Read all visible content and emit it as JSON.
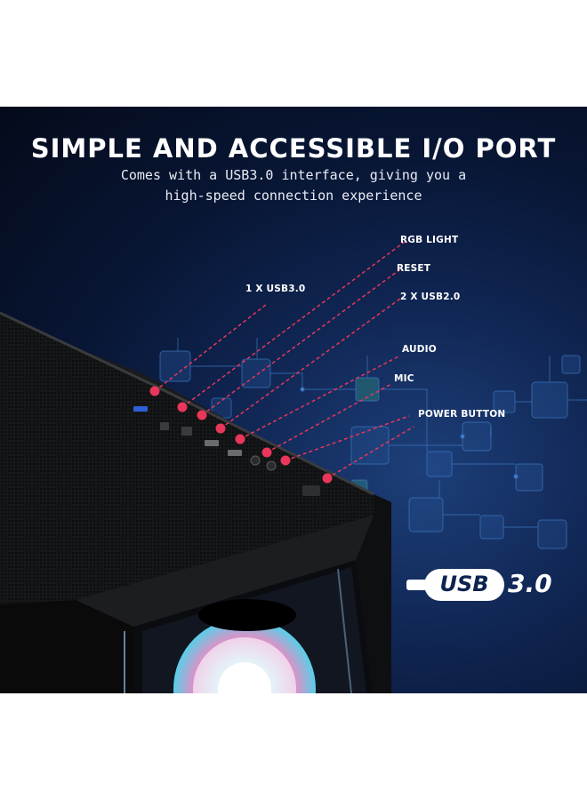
{
  "banner": {
    "title": "SIMPLE AND ACCESSIBLE I/O PORT",
    "subtitle_line1": "Comes with a USB3.0 interface, giving you a",
    "subtitle_line2": "high-speed connection experience"
  },
  "ports": [
    {
      "label": "1 X USB3.0",
      "icon": "usb3-port"
    },
    {
      "label": "RGB LIGHT",
      "icon": "rgb-button"
    },
    {
      "label": "RESET",
      "icon": "reset-button"
    },
    {
      "label": "2 X USB2.0",
      "icon": "usb2-port"
    },
    {
      "label": "AUDIO",
      "icon": "audio-jack"
    },
    {
      "label": "MIC",
      "icon": "mic-jack"
    },
    {
      "label": "POWER BUTTON",
      "icon": "power-button"
    }
  ],
  "logo": {
    "usb_text": "USB",
    "version_text": "3.0"
  },
  "colors": {
    "background_dark": "#040a1a",
    "background_glow": "#1d3f7a",
    "callout_red": "#e8375a",
    "text_white": "#ffffff",
    "case_black": "#121314"
  }
}
